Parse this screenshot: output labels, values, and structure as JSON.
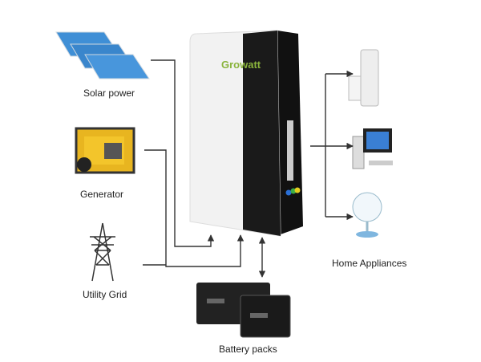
{
  "sources": [
    {
      "label": "Solar power",
      "icon": "solar-panel-icon"
    },
    {
      "label": "Generator",
      "icon": "generator-icon"
    },
    {
      "label": "Utility Grid",
      "icon": "power-tower-icon"
    }
  ],
  "inverter": {
    "brand": "Growatt"
  },
  "battery": {
    "label": "Battery packs"
  },
  "loads": {
    "label": "Home Appliances",
    "icons": [
      "air-conditioner-icon",
      "computer-icon",
      "fan-icon"
    ]
  },
  "colors": {
    "line": "#333333",
    "inverter_dark": "#1a1a1a",
    "inverter_light": "#f2f2f2",
    "brand_green": "#8ab43c",
    "solar_blue": "#3f8fd6"
  }
}
